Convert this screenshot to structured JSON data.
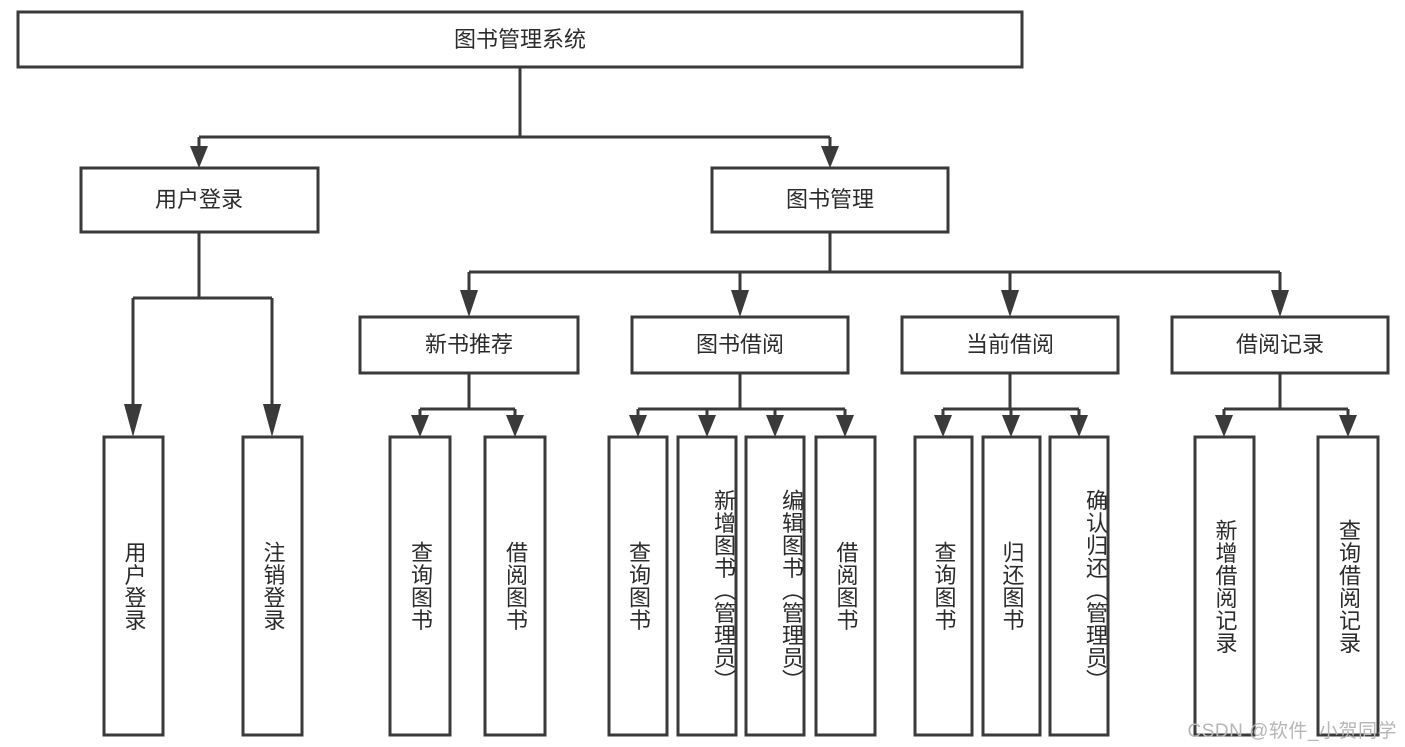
{
  "diagram": {
    "type": "tree",
    "title_node": {
      "label": "图书管理系统"
    },
    "level2": [
      {
        "label": "用户登录"
      },
      {
        "label": "图书管理"
      }
    ],
    "level3": [
      {
        "label": "新书推荐"
      },
      {
        "label": "图书借阅"
      },
      {
        "label": "当前借阅"
      },
      {
        "label": "借阅记录"
      }
    ],
    "leaves": {
      "user_login": [
        {
          "label": "用户登录"
        },
        {
          "label": "注销登录"
        }
      ],
      "new_book_recommend": [
        {
          "label": "查询图书"
        },
        {
          "label": "借阅图书"
        }
      ],
      "book_borrow": [
        {
          "label": "查询图书"
        },
        {
          "label": "新增图书（管理员）"
        },
        {
          "label": "编辑图书（管理员）"
        },
        {
          "label": "借阅图书"
        }
      ],
      "current_borrow": [
        {
          "label": "查询图书"
        },
        {
          "label": "归还图书"
        },
        {
          "label": "确认归还（管理员）"
        }
      ],
      "borrow_record": [
        {
          "label": "新增借阅记录"
        },
        {
          "label": "查询借阅记录"
        }
      ]
    }
  },
  "watermark": {
    "text": "CSDN @软件_小贺同学"
  },
  "colors": {
    "stroke": "#3a3a3a",
    "box_fill": "#ffffff",
    "text": "#2b2b2b",
    "watermark": "#b6b6b6",
    "background": "#ffffff"
  }
}
